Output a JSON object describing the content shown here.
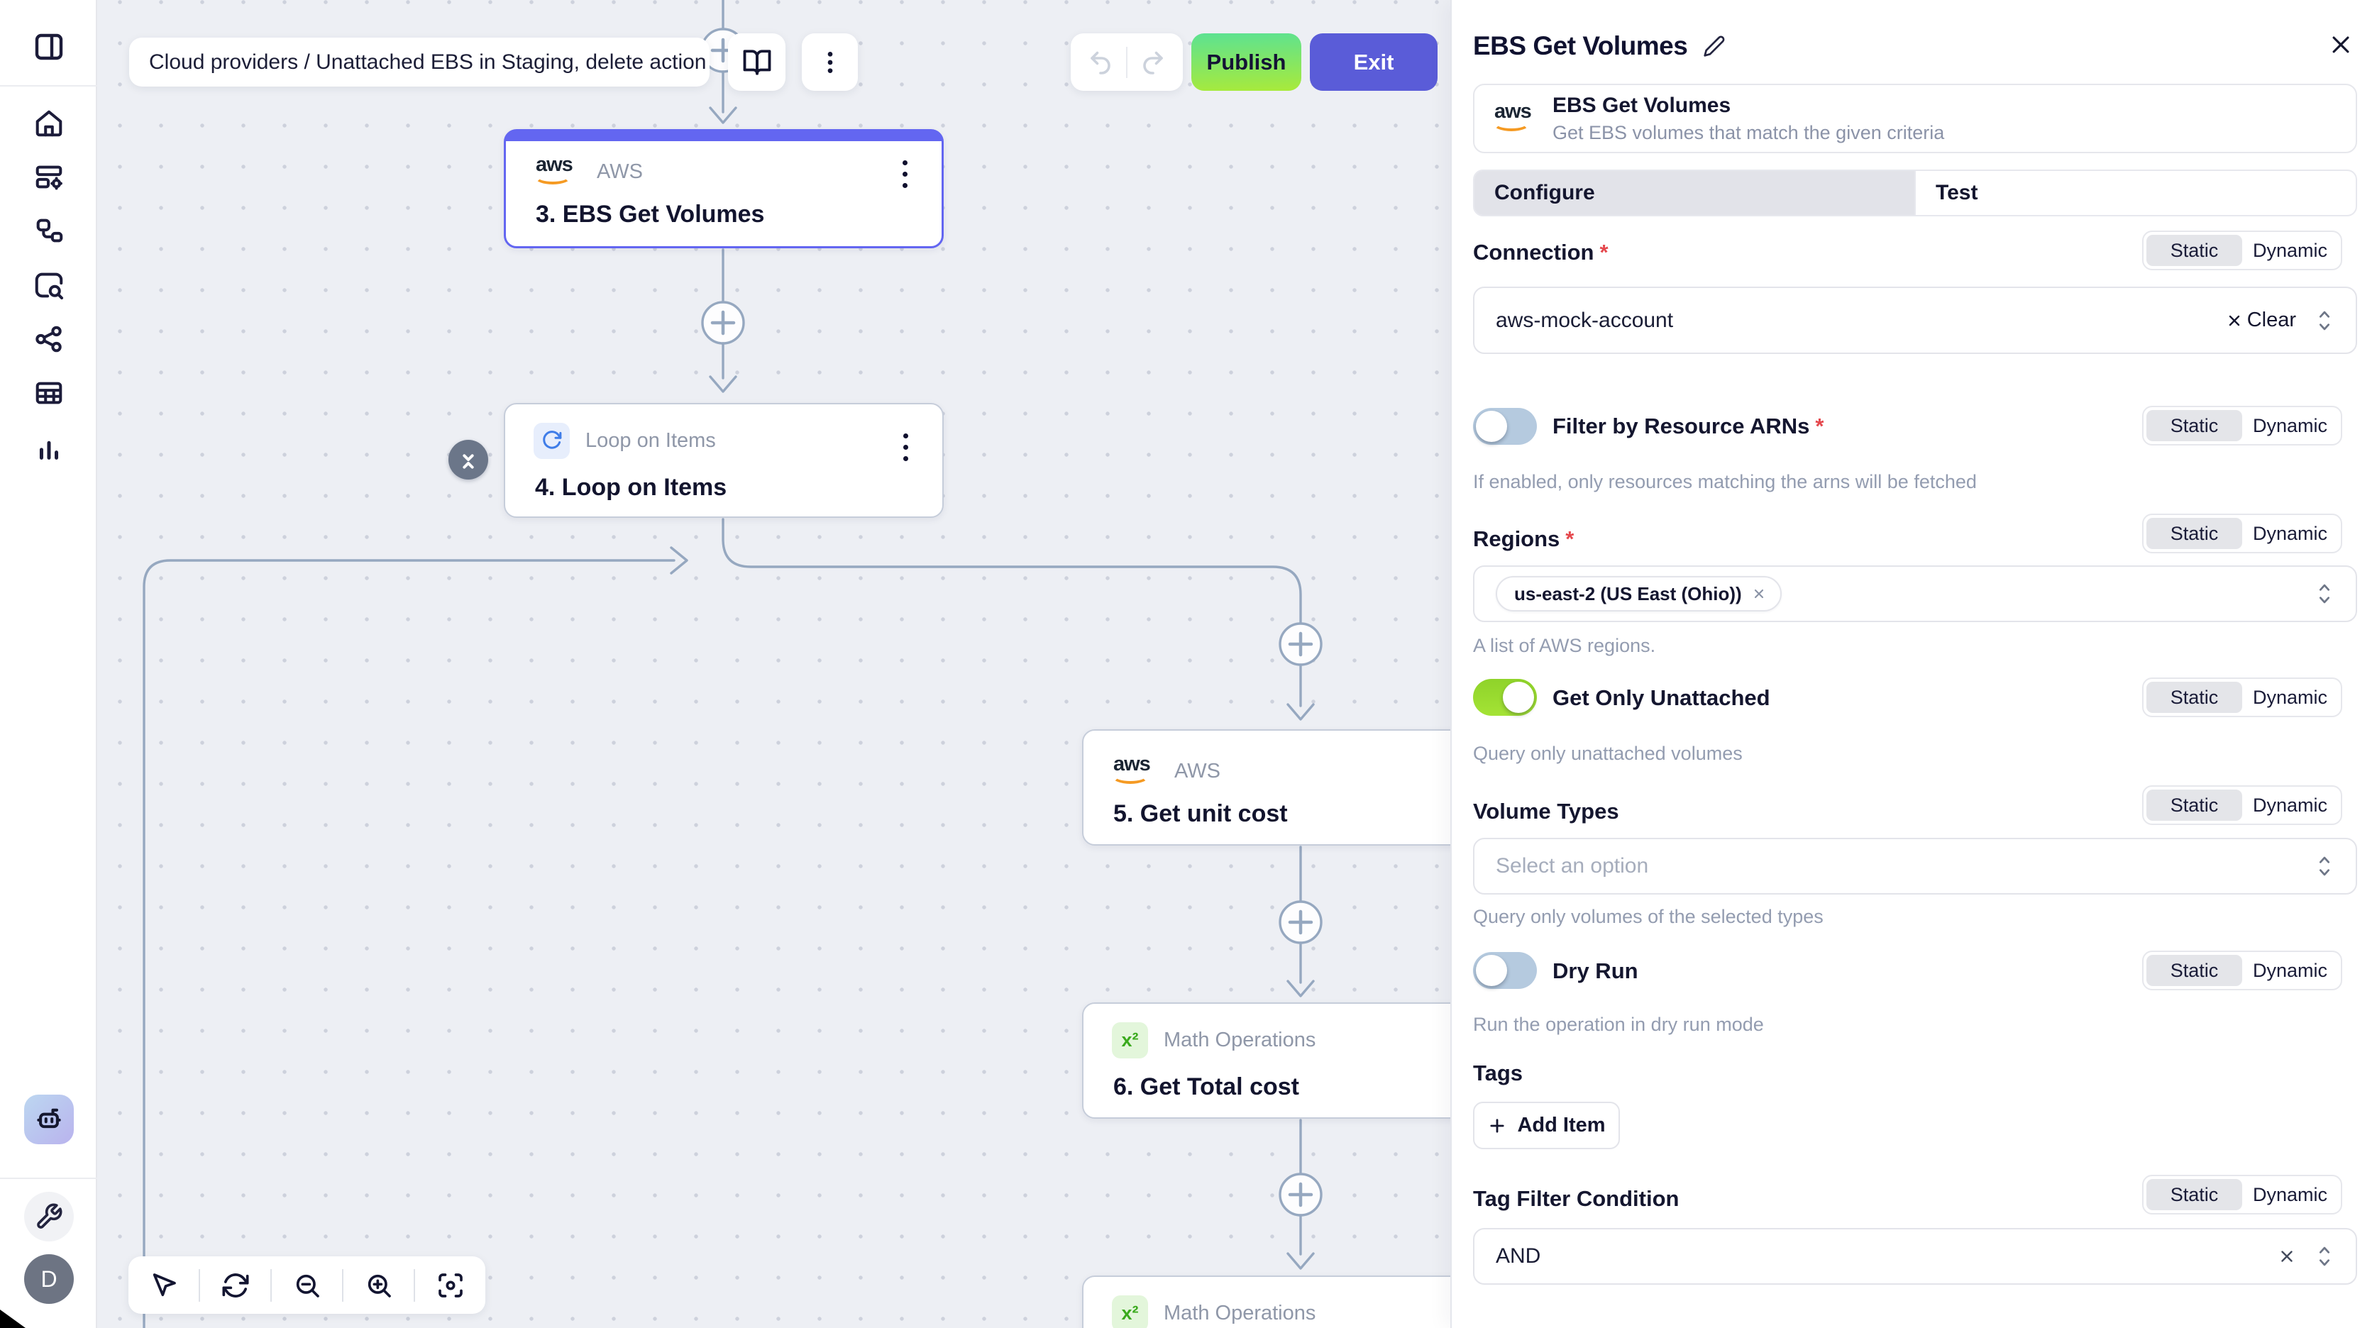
{
  "topbar": {
    "breadcrumb": "Cloud providers / Unattached EBS in Staging, delete action",
    "publish": "Publish",
    "exit": "Exit"
  },
  "sidebar": {
    "avatar_initial": "D"
  },
  "canvas": {
    "aws_logo_text": "aws",
    "math_icon": "x²",
    "nodes": {
      "n3": {
        "app": "AWS",
        "title": "3. EBS Get Volumes"
      },
      "n4": {
        "app": "Loop on Items",
        "title": "4. Loop on Items"
      },
      "n5": {
        "app": "AWS",
        "title": "5. Get unit cost"
      },
      "n6": {
        "app": "Math Operations",
        "title": "6. Get Total cost"
      },
      "n7": {
        "app": "Math Operations"
      }
    }
  },
  "panel": {
    "title": "EBS Get Volumes",
    "action": {
      "name": "EBS Get Volumes",
      "description": "Get EBS volumes that match the given criteria"
    },
    "tabs": {
      "configure": "Configure",
      "test": "Test"
    },
    "mode": {
      "static": "Static",
      "dynamic": "Dynamic"
    },
    "fields": {
      "connection": {
        "label": "Connection",
        "value": "aws-mock-account",
        "clear": "Clear"
      },
      "filter_arns": {
        "label": "Filter by Resource ARNs",
        "help": "If enabled, only resources matching the arns will be fetched"
      },
      "regions": {
        "label": "Regions",
        "chip": "us-east-2 (US East (Ohio))",
        "help": "A list of AWS regions."
      },
      "get_only_unattached": {
        "label": "Get Only Unattached",
        "help": "Query only unattached volumes"
      },
      "volume_types": {
        "label": "Volume Types",
        "placeholder": "Select an option",
        "help": "Query only volumes of the selected types"
      },
      "dry_run": {
        "label": "Dry Run",
        "help": "Run the operation in dry run mode"
      },
      "tags": {
        "label": "Tags",
        "add_item": "Add Item"
      },
      "tag_filter": {
        "label": "Tag Filter Condition",
        "value": "AND"
      }
    }
  },
  "colors": {
    "accent": "#6366f1",
    "exit_button": "#5a5cd8",
    "publish_gradient_top": "#5ce292",
    "publish_gradient_bottom": "#a9ea3a",
    "toggle_on": "#9add2f",
    "toggle_off": "#b5cadf",
    "edge": "#96a8c0",
    "aws_orange": "#f59a23"
  }
}
